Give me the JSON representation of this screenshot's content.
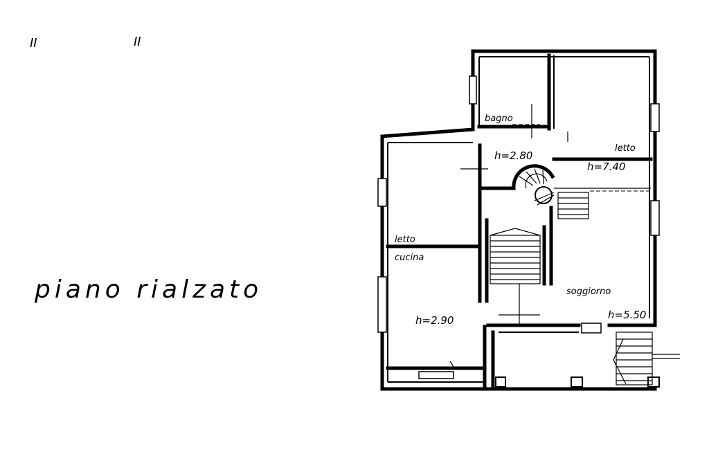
{
  "title": "piano rialzato",
  "rooms": {
    "bagno": "bagno",
    "letto_right": "letto",
    "letto_left": "letto",
    "cucina": "cucina",
    "soggiorno": "soggiorno"
  },
  "heights": {
    "h_280": "h=2.80",
    "h_740": "h=7.40",
    "h_290": "h=2.90",
    "h_550": "h=5.50"
  },
  "marks": {
    "mark_a": "II",
    "mark_b": "II"
  }
}
